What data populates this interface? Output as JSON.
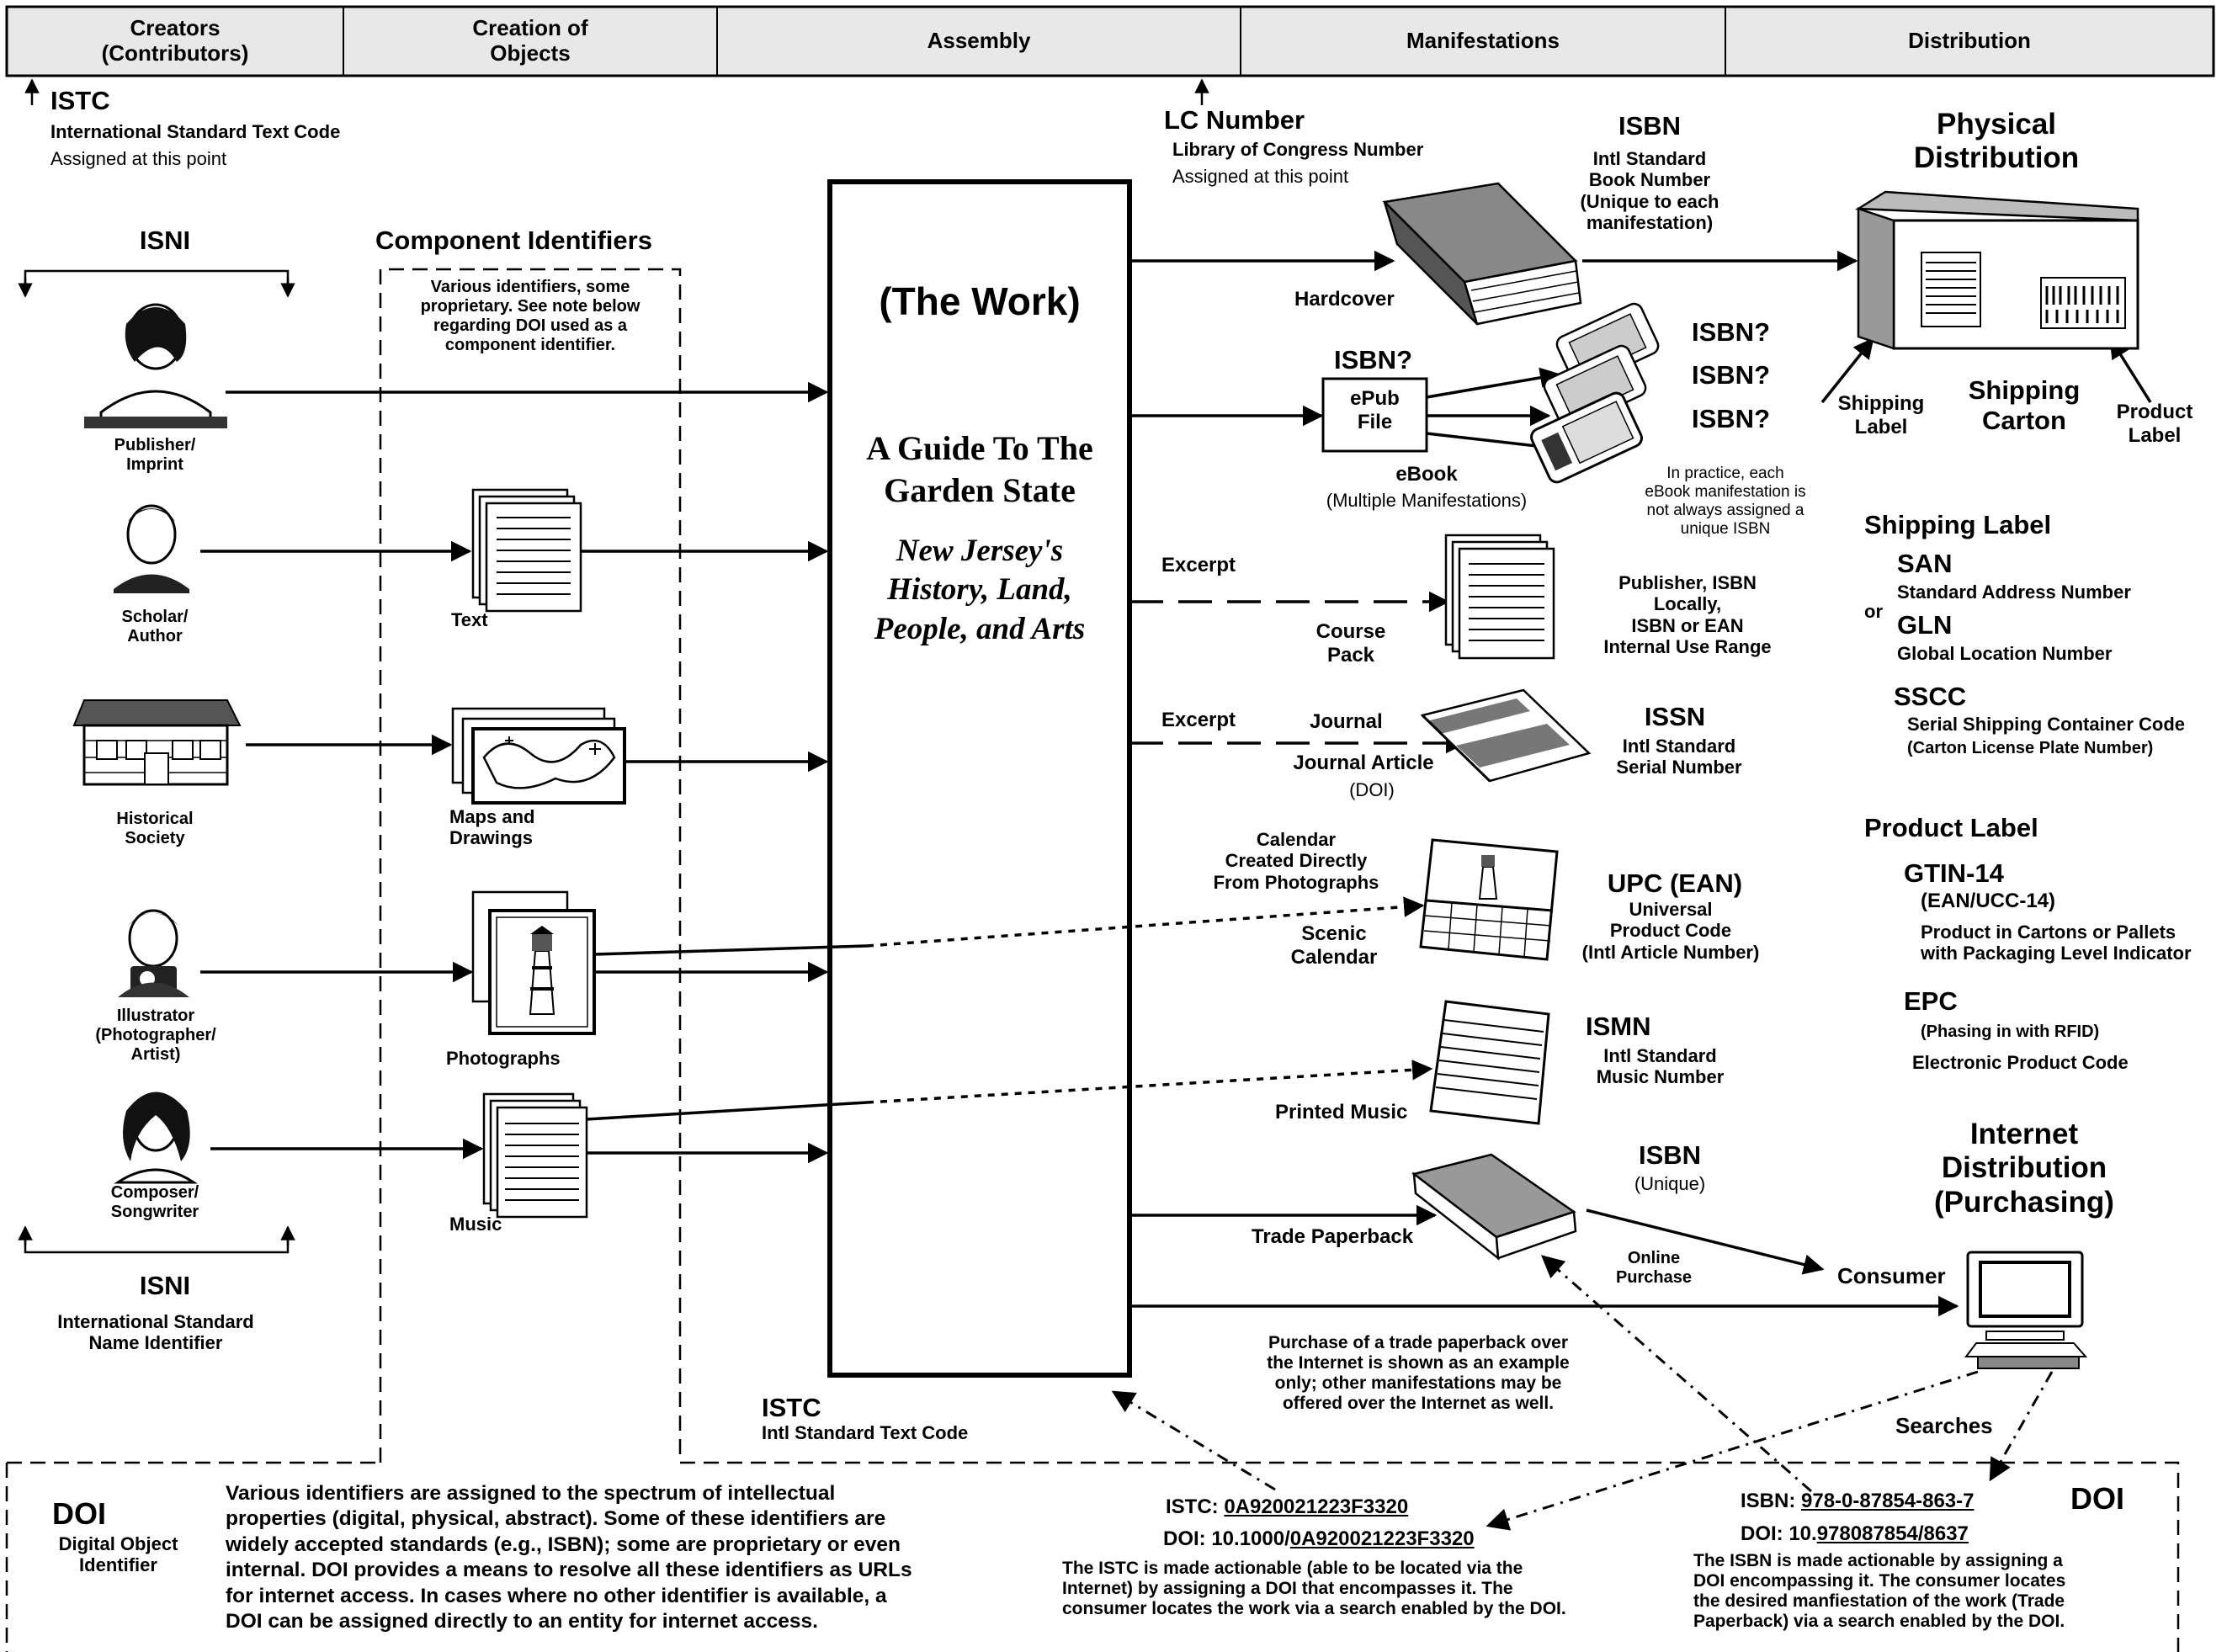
{
  "header": {
    "columns": [
      "Creators\n(Contributors)",
      "Creation of\nObjects",
      "Assembly",
      "Manifestations",
      "Distribution"
    ]
  },
  "istc_top": {
    "code": "ISTC",
    "name": "International Standard Text Code",
    "note": "Assigned at this point"
  },
  "lc": {
    "code": "LC Number",
    "name": "Library of Congress Number",
    "note": "Assigned at this point"
  },
  "isni_top": "ISNI",
  "isni_bottom": {
    "code": "ISNI",
    "name": "International Standard\nName Identifier"
  },
  "creators": [
    {
      "label": "Publisher/\nImprint"
    },
    {
      "label": "Scholar/\nAuthor"
    },
    {
      "label": "Historical\nSociety"
    },
    {
      "label": "Illustrator\n(Photographer/\nArtist)"
    },
    {
      "label": "Composer/\nSongwriter"
    }
  ],
  "components": {
    "title": "Component Identifiers",
    "note": "Various identifiers, some\nproprietary.  See note below\nregarding DOI used as a\ncomponent identifier.",
    "items": [
      "Text",
      "Maps and\nDrawings",
      "Photographs",
      "Music"
    ]
  },
  "work": {
    "heading": "(The Work)",
    "title": "A Guide To The\nGarden State",
    "subtitle": "New Jersey's\nHistory, Land,\nPeople, and Arts"
  },
  "istc_bottom": {
    "code": "ISTC",
    "name": "Intl Standard Text Code"
  },
  "manifestations": {
    "hardcover": "Hardcover",
    "isbn_book": {
      "code": "ISBN",
      "desc": "Intl Standard\nBook Number\n(Unique to each\nmanifestation)"
    },
    "isbn_q": "ISBN?",
    "epub": "ePub\nFile",
    "ebook": "eBook",
    "ebook_sub": "(Multiple Manifestations)",
    "ebook_note": "In practice, each\neBook manifestation is\nnot always assigned a\nunique ISBN",
    "excerpt": "Excerpt",
    "course_pack": "Course\nPack",
    "course_ids": "Publisher, ISBN\nLocally,\nISBN or EAN\nInternal Use Range",
    "journal": "Journal",
    "journal_article": "Journal Article",
    "journal_doi": "(DOI)",
    "issn": {
      "code": "ISSN",
      "desc": "Intl Standard\nSerial Number"
    },
    "calendar_note": "Calendar\nCreated Directly\nFrom Photographs",
    "scenic_calendar": "Scenic\nCalendar",
    "upc": {
      "code": "UPC (EAN)",
      "desc": "Universal\nProduct Code\n(Intl Article Number)"
    },
    "ismn": {
      "code": "ISMN",
      "desc": "Intl Standard\nMusic Number"
    },
    "printed_music": "Printed Music",
    "isbn_unique": {
      "code": "ISBN",
      "desc": "(Unique)"
    },
    "trade_paperback": "Trade Paperback",
    "online_purchase": "Online\nPurchase",
    "purchase_note": "Purchase of a trade paperback over\nthe Internet is shown as an example\nonly; other manifestations may be\noffered over the Internet as well."
  },
  "distribution": {
    "physical": "Physical\nDistribution",
    "shipping_label": "Shipping\nLabel",
    "shipping_carton": "Shipping\nCarton",
    "product_label": "Product\nLabel",
    "shipping_label_section": {
      "title": "Shipping Label",
      "san": "SAN",
      "san_desc": "Standard Address Number",
      "or": "or",
      "gln": "GLN",
      "gln_desc": "Global Location Number",
      "sscc": "SSCC",
      "sscc_desc": "Serial Shipping Container Code",
      "sscc_sub": "(Carton License Plate Number)"
    },
    "product_label_section": {
      "title": "Product Label",
      "gtin": "GTIN-14",
      "gtin_sub": "(EAN/UCC-14)",
      "gtin_desc": "Product in Cartons or Pallets\nwith Packaging Level Indicator",
      "epc": "EPC",
      "epc_sub": "(Phasing in with RFID)",
      "epc_desc": "Electronic Product Code"
    },
    "internet": "Internet\nDistribution\n(Purchasing)",
    "consumer": "Consumer",
    "searches": "Searches"
  },
  "doi_box": {
    "code": "DOI",
    "name": "Digital Object\nIdentifier",
    "text": "Various identifiers are assigned to the spectrum of intellectual\nproperties (digital, physical, abstract).   Some of these identifiers are\nwidely accepted standards (e.g., ISBN); some are proprietary or even\ninternal.   DOI provides a means to resolve all these identifiers as URLs\nfor internet access.    In cases where no other identifier is available, a\nDOI can be assigned directly to an entity for internet access.",
    "istc_label": "ISTC: ",
    "istc_value": "0A920021223F3320",
    "doi_label1": "DOI: 10.1000/",
    "doi_value1": "0A920021223F3320",
    "istc_note": "The ISTC is made actionable (able to be located via the\nInternet) by assigning a DOI that encompasses it.  The\nconsumer locates the work via a search enabled by the DOI.",
    "isbn_label": "ISBN: ",
    "isbn_value": "978-0-87854-863-7",
    "doi_label2": "DOI: 10.",
    "doi_value2": "978087854/8637",
    "doi_right": "DOI",
    "isbn_note": "The ISBN is made actionable by assigning a\nDOI encompassing it.  The consumer locates\nthe desired manfiestation of the work  (Trade\nPaperback) via a search enabled by the DOI."
  }
}
